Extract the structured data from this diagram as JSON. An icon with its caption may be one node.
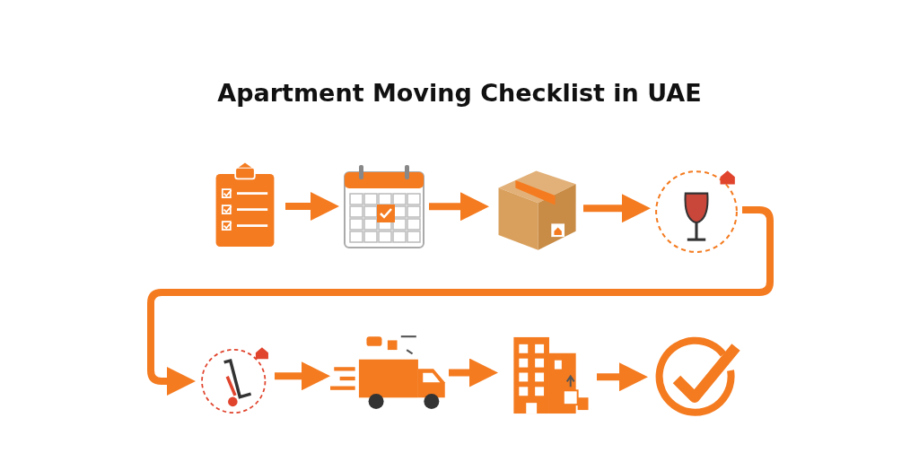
{
  "diagram": {
    "title": "Apartment Moving Checklist in UAE",
    "nodes": [
      {
        "text": [],
        "shape": "picture"
      },
      {
        "text": [],
        "shape": "picture"
      },
      {
        "text": [],
        "shape": "picture"
      },
      {
        "text": [],
        "shape": "picture"
      },
      {
        "text": [],
        "shape": "picture"
      },
      {
        "text": [],
        "shape": "picture"
      },
      {
        "text": [],
        "shape": "picture"
      },
      {
        "text": [],
        "shape": "picture"
      }
    ],
    "edges": [
      {
        "from": 0,
        "to": 1,
        "arrow": "to"
      },
      {
        "from": 1,
        "to": 2,
        "arrow": "to"
      },
      {
        "from": 2,
        "to": 3,
        "arrow": "to"
      },
      {
        "from": 3,
        "to": 4,
        "arrow": "to"
      },
      {
        "from": 4,
        "to": 5,
        "arrow": "to"
      },
      {
        "from": 5,
        "to": 6,
        "arrow": "to"
      },
      {
        "from": 6,
        "to": 7,
        "arrow": "to"
      }
    ]
  }
}
